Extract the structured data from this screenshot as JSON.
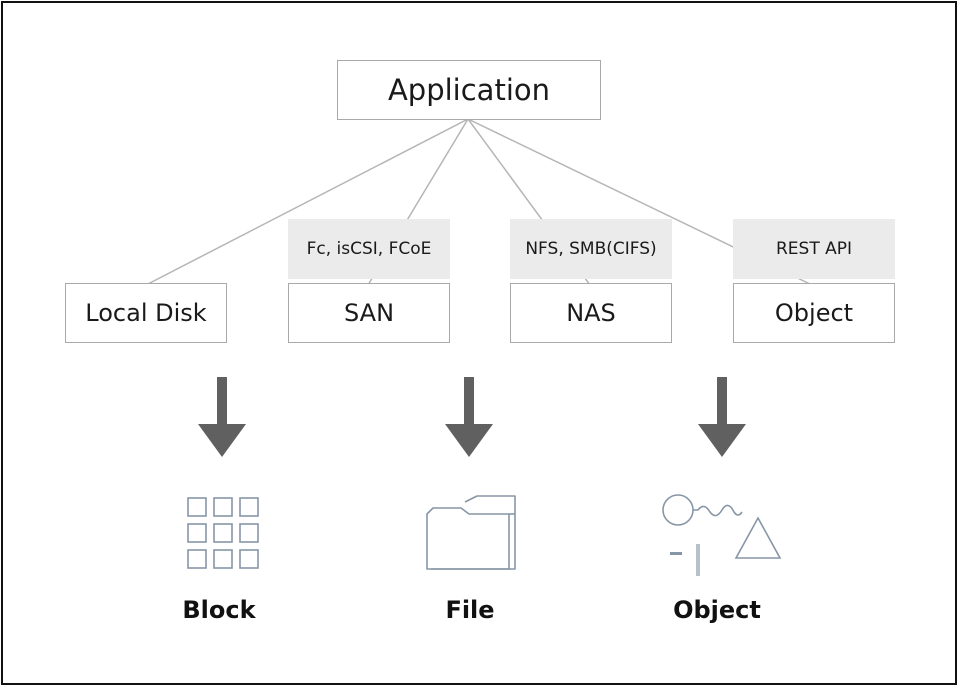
{
  "diagram": {
    "root": "Application",
    "nodes": [
      {
        "id": "local",
        "label": "Local Disk",
        "protocol": ""
      },
      {
        "id": "san",
        "label": "SAN",
        "protocol": "Fc, isCSI, FCoE"
      },
      {
        "id": "nas",
        "label": "NAS",
        "protocol": "NFS, SMB(CIFS)"
      },
      {
        "id": "object",
        "label": "Object",
        "protocol": "REST API"
      }
    ],
    "categories": [
      {
        "id": "block",
        "label": "Block",
        "icon": "grid-icon"
      },
      {
        "id": "file",
        "label": "File",
        "icon": "folder-icon"
      },
      {
        "id": "object",
        "label": "Object",
        "icon": "shapes-icon"
      }
    ],
    "colors": {
      "line": "#b5b5b5",
      "box_border": "#a9a9a9",
      "tag_fill": "#ebebeb",
      "arrow": "#606060",
      "icon": "#8796a6"
    }
  }
}
